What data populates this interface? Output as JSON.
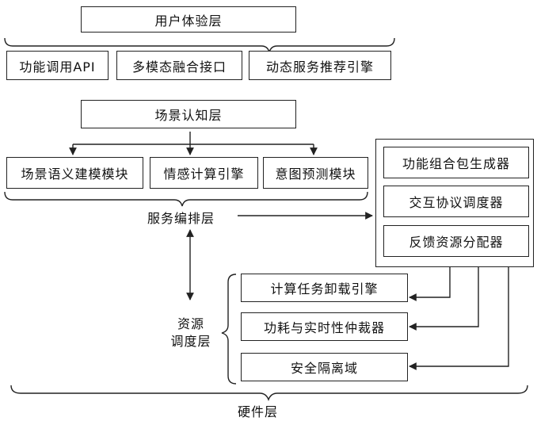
{
  "layers": {
    "user_experience": {
      "title": "用户体验层",
      "items": [
        "功能调用API",
        "多模态融合接口",
        "动态服务推荐引擎"
      ]
    },
    "scene_cognition": {
      "title": "场景认知层"
    },
    "service_orchestration": {
      "title": "服务编排层",
      "items": [
        "场景语义建模模块",
        "情感计算引擎",
        "意图预测模块"
      ],
      "right_panel": [
        "功能组合包生成器",
        "交互协议调度器",
        "反馈资源分配器"
      ]
    },
    "resource_scheduling": {
      "title_line1": "资源",
      "title_line2": "调度层",
      "items": [
        "计算任务卸载引擎",
        "功耗与实时性仲裁器",
        "安全隔离域"
      ]
    },
    "hardware": {
      "title": "硬件层"
    }
  }
}
